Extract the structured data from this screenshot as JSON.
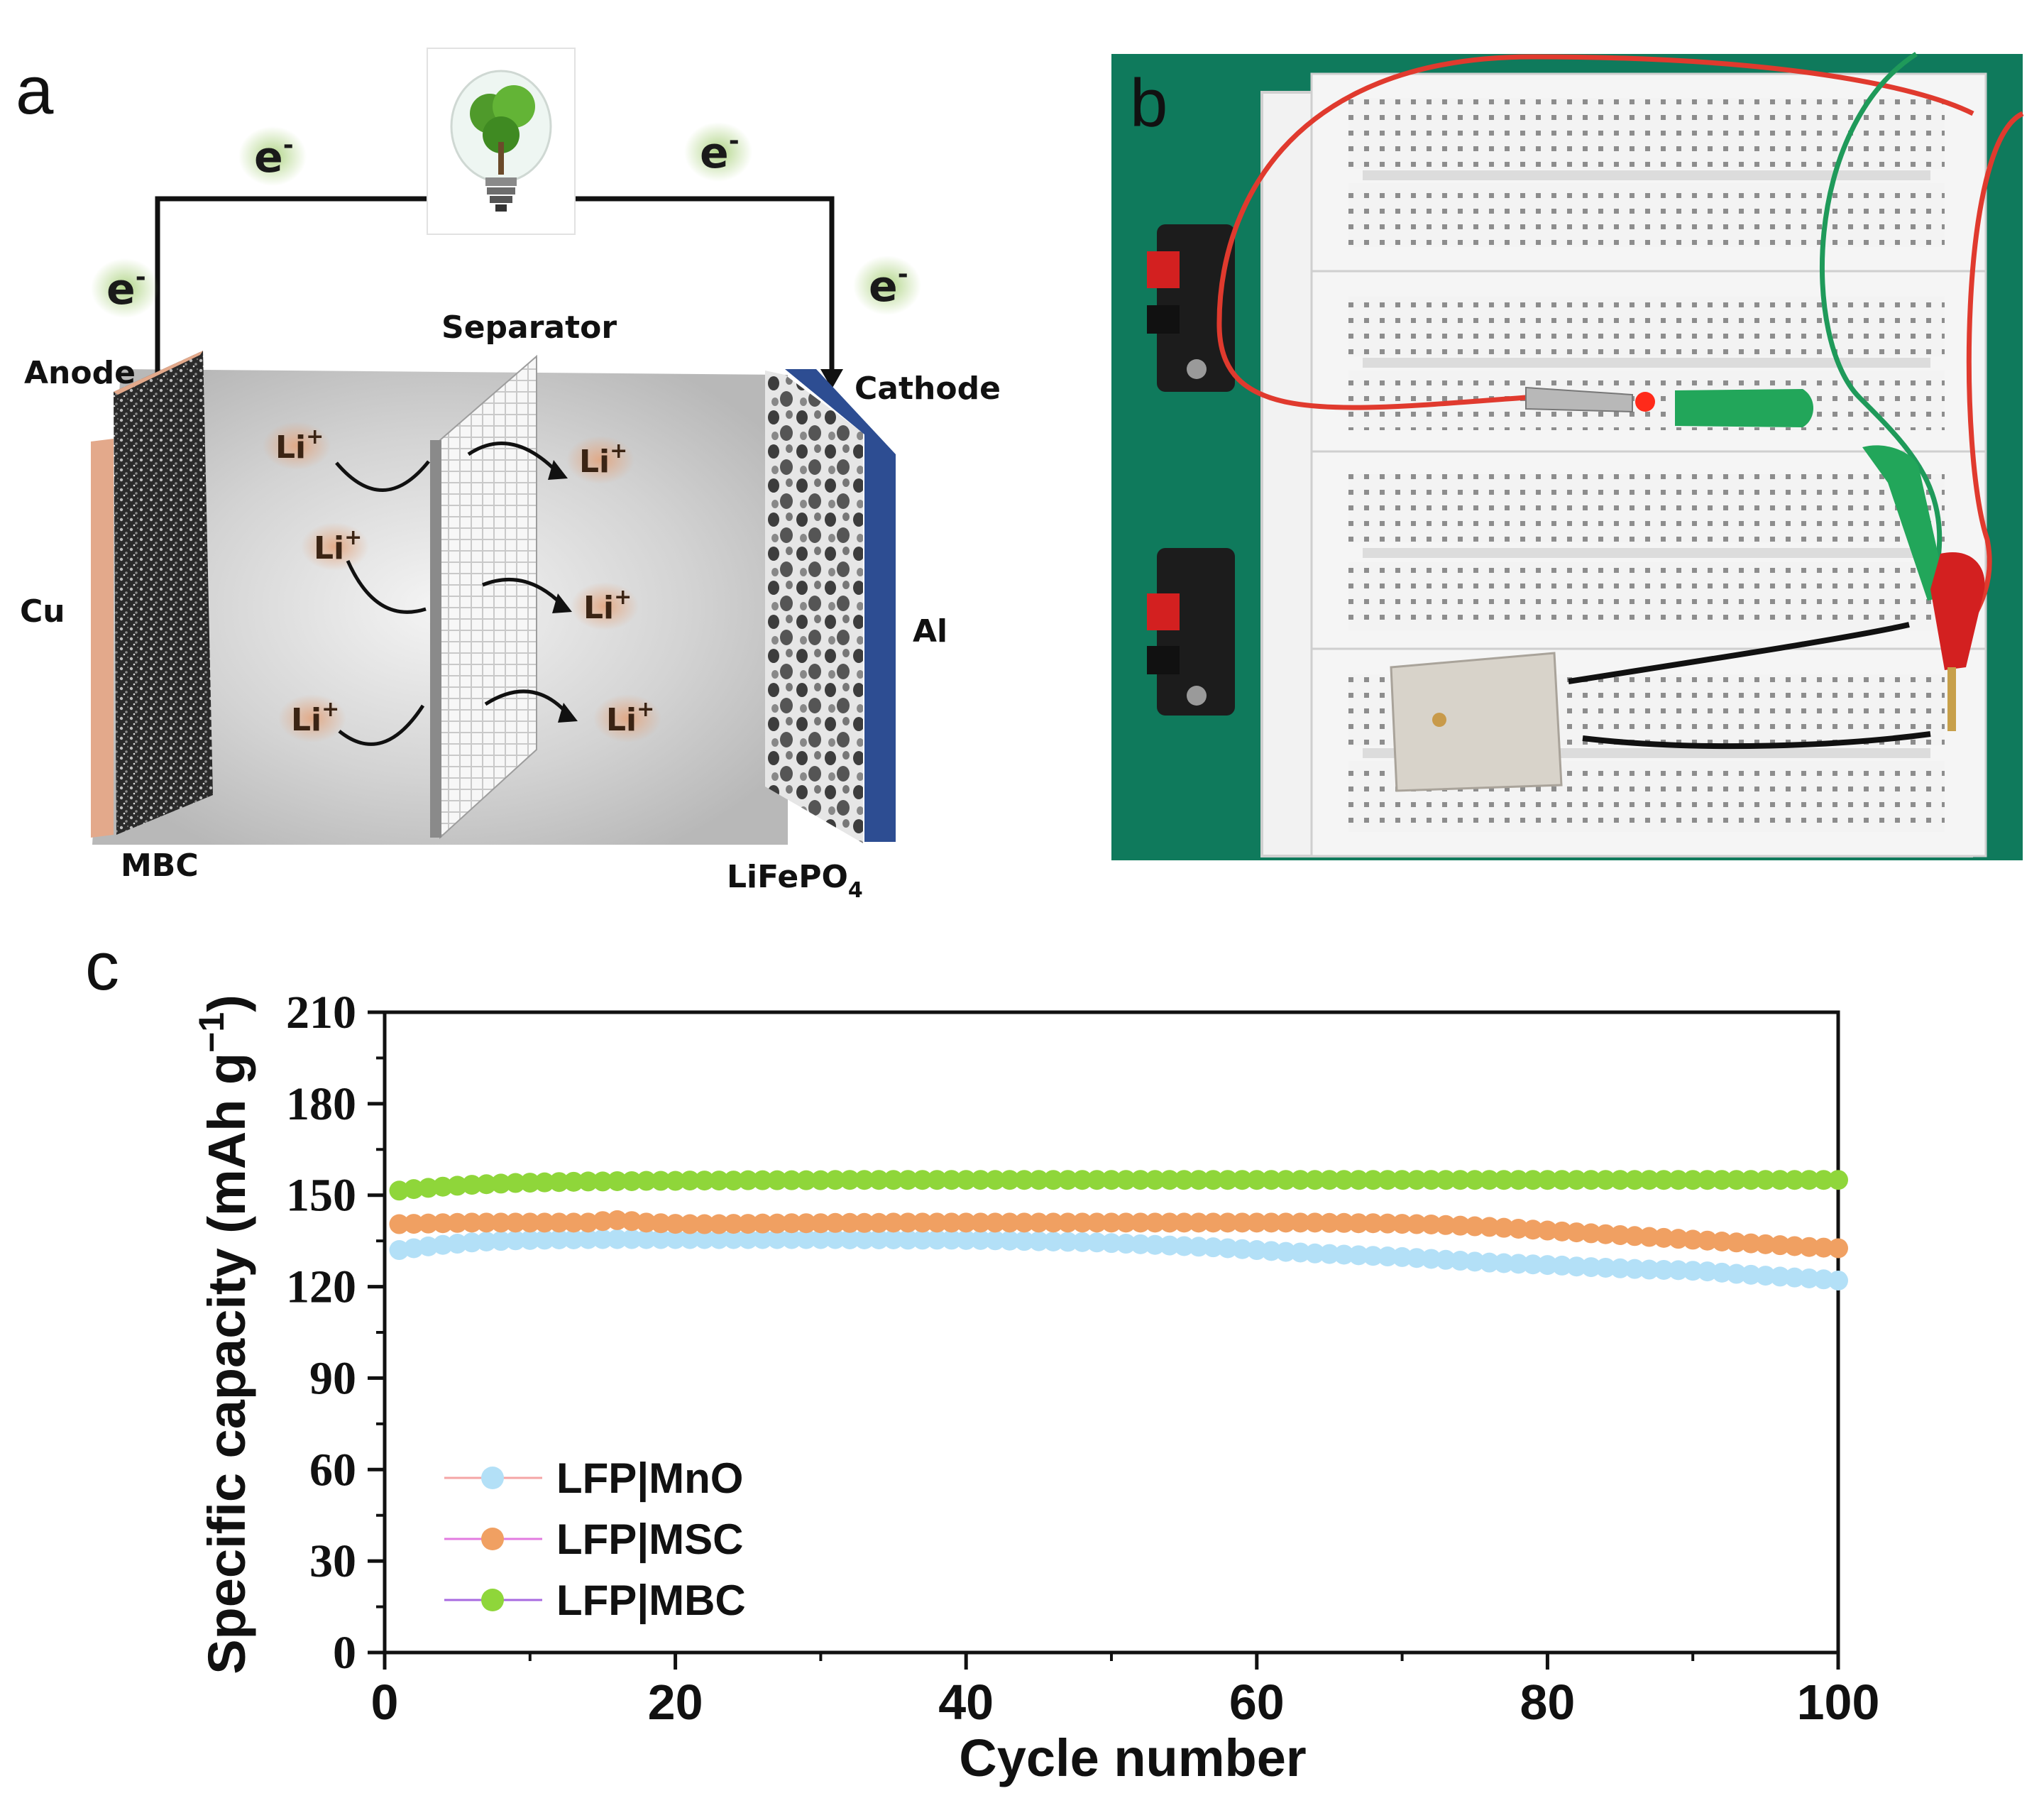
{
  "panels": {
    "a": {
      "label": "a",
      "electron_label": "e",
      "electron_sup": "-",
      "anode": "Anode",
      "cathode": "Cathode",
      "separator": "Separator",
      "cu": "Cu",
      "al": "Al",
      "mbc": "MBC",
      "lfp_main": "LiFePO",
      "lfp_sub": "4",
      "li_label": "Li",
      "li_sup": "+"
    },
    "b": {
      "label": "b"
    },
    "c": {
      "label": "c"
    }
  },
  "colors": {
    "mno": "#b3e0f7",
    "msc": "#f0a062",
    "mbc": "#8fd63a",
    "cathode": "#2d4d92",
    "anode": "#e3a98b",
    "board": "#0f7a5c"
  },
  "chart_data": {
    "type": "scatter",
    "xlabel": "Cycle number",
    "ylabel": "Specific capacity (mAh g",
    "ylabel_sup": "−1",
    "ylabel_close": ")",
    "xlim": [
      0,
      100
    ],
    "ylim": [
      0,
      210
    ],
    "xticks": [
      0,
      20,
      40,
      60,
      80,
      100
    ],
    "yticks": [
      0,
      30,
      60,
      90,
      120,
      150,
      180,
      210
    ],
    "legend_position": "lower-left",
    "series": [
      {
        "name": "LFP|MnO",
        "color": "#b3e0f7",
        "values": [
          132,
          132.6,
          133.2,
          133.7,
          134.1,
          134.5,
          134.8,
          135,
          135.2,
          135.3,
          135.4,
          135.5,
          135.5,
          135.6,
          135.6,
          135.6,
          135.6,
          135.6,
          135.6,
          135.6,
          135.6,
          135.6,
          135.6,
          135.6,
          135.6,
          135.6,
          135.6,
          135.6,
          135.6,
          135.6,
          135.6,
          135.5,
          135.5,
          135.5,
          135.5,
          135.4,
          135.4,
          135.4,
          135.4,
          135.3,
          135.3,
          135.2,
          135.1,
          135,
          134.9,
          134.8,
          134.7,
          134.6,
          134.5,
          134.3,
          134.1,
          133.9,
          133.7,
          133.5,
          133.3,
          133.1,
          132.9,
          132.6,
          132.3,
          132,
          131.7,
          131.4,
          131.2,
          130.9,
          130.7,
          130.5,
          130.3,
          130.1,
          129.9,
          129.7,
          129.4,
          129.1,
          128.8,
          128.5,
          128.2,
          127.9,
          127.7,
          127.5,
          127.3,
          127.1,
          126.9,
          126.6,
          126.4,
          126.2,
          126,
          125.8,
          125.6,
          125.5,
          125.4,
          125.2,
          125,
          124.6,
          124.2,
          123.9,
          123.6,
          123.3,
          123,
          122.7,
          122.4,
          122
        ]
      },
      {
        "name": "LFP|MSC",
        "color": "#f0a062",
        "values": [
          140.5,
          140.6,
          140.7,
          140.8,
          140.9,
          141,
          141,
          141,
          141,
          141,
          141,
          141,
          141,
          141,
          141.5,
          141.8,
          141.5,
          141,
          140.8,
          140.6,
          140.5,
          140.5,
          140.5,
          140.6,
          140.6,
          140.7,
          140.7,
          140.8,
          140.8,
          140.8,
          140.9,
          140.9,
          140.9,
          140.9,
          141,
          141,
          141,
          141,
          141,
          141,
          141,
          141,
          141,
          141,
          141,
          141,
          141,
          141,
          141,
          141,
          141,
          141,
          141,
          141,
          141,
          141,
          141,
          141,
          141,
          141,
          141,
          141,
          141,
          141,
          140.9,
          140.9,
          140.8,
          140.8,
          140.7,
          140.6,
          140.5,
          140.4,
          140.2,
          140,
          139.8,
          139.6,
          139.3,
          139,
          138.7,
          138.4,
          138.1,
          137.8,
          137.5,
          137.2,
          136.9,
          136.6,
          136.3,
          136,
          135.7,
          135.4,
          135.1,
          134.8,
          134.5,
          134.2,
          133.9,
          133.6,
          133.3,
          133,
          132.8,
          132.6
        ]
      },
      {
        "name": "LFP|MBC",
        "color": "#8fd63a",
        "values": [
          151.5,
          152,
          152.4,
          152.8,
          153.1,
          153.4,
          153.6,
          153.8,
          154,
          154.1,
          154.2,
          154.3,
          154.4,
          154.5,
          154.5,
          154.6,
          154.6,
          154.7,
          154.7,
          154.7,
          154.8,
          154.8,
          154.8,
          154.8,
          154.9,
          154.9,
          154.9,
          154.9,
          154.9,
          154.9,
          155,
          155,
          155,
          155,
          155,
          155,
          155,
          155,
          155,
          155,
          155,
          155,
          155,
          155,
          155,
          155,
          155,
          155,
          155,
          155,
          155,
          155,
          155,
          155,
          155,
          155,
          155,
          155,
          155,
          155,
          155,
          155,
          155,
          155,
          155,
          155,
          155,
          155,
          155,
          155,
          155,
          155,
          155,
          155,
          155,
          155,
          155,
          155,
          155,
          155,
          155,
          155,
          155,
          155,
          155,
          155,
          155,
          155,
          155,
          155,
          155,
          155,
          155,
          155,
          155,
          155,
          155,
          155,
          155,
          155
        ]
      }
    ]
  }
}
